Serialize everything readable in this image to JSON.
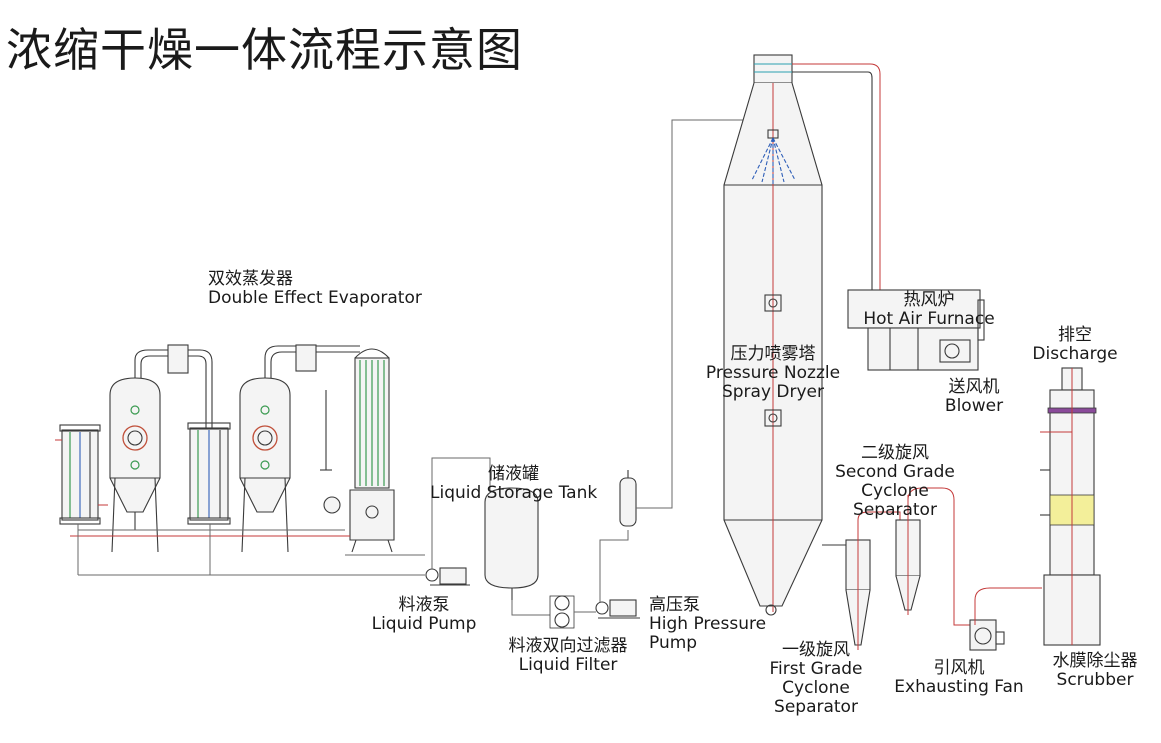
{
  "title": "浓缩干燥一体流程示意图",
  "labels": {
    "evaporator": {
      "zh": "双效蒸发器",
      "en": "Double Effect Evaporator"
    },
    "storage": {
      "zh": "储液罐",
      "en": "Liquid Storage Tank"
    },
    "liquid_pump": {
      "zh": "料液泵",
      "en": "Liquid Pump"
    },
    "liquid_filter": {
      "zh": "料液双向过滤器",
      "en": "Liquid Filter"
    },
    "high_pump": {
      "zh": "高压泵",
      "en1": "High Pressure",
      "en2": "Pump"
    },
    "spray_dryer": {
      "zh": "压力喷雾塔",
      "en1": "Pressure Nozzle",
      "en2": "Spray Dryer"
    },
    "hot_air": {
      "zh": "热风炉",
      "en": "Hot Air Furnace"
    },
    "blower": {
      "zh": "送风机",
      "en": "Blower"
    },
    "second_cyclone": {
      "zh": "二级旋风",
      "en1": "Second Grade",
      "en2": "Cyclone",
      "en3": "Separator"
    },
    "first_cyclone": {
      "zh": "一级旋风",
      "en1": "First Grade",
      "en2": "Cyclone",
      "en3": "Separator"
    },
    "exhaust_fan": {
      "zh": "引风机",
      "en": "Exhausting Fan"
    },
    "scrubber": {
      "zh": "水膜除尘器",
      "en": "Scrubber"
    },
    "discharge": {
      "zh": "排空",
      "en": "Discharge"
    }
  }
}
